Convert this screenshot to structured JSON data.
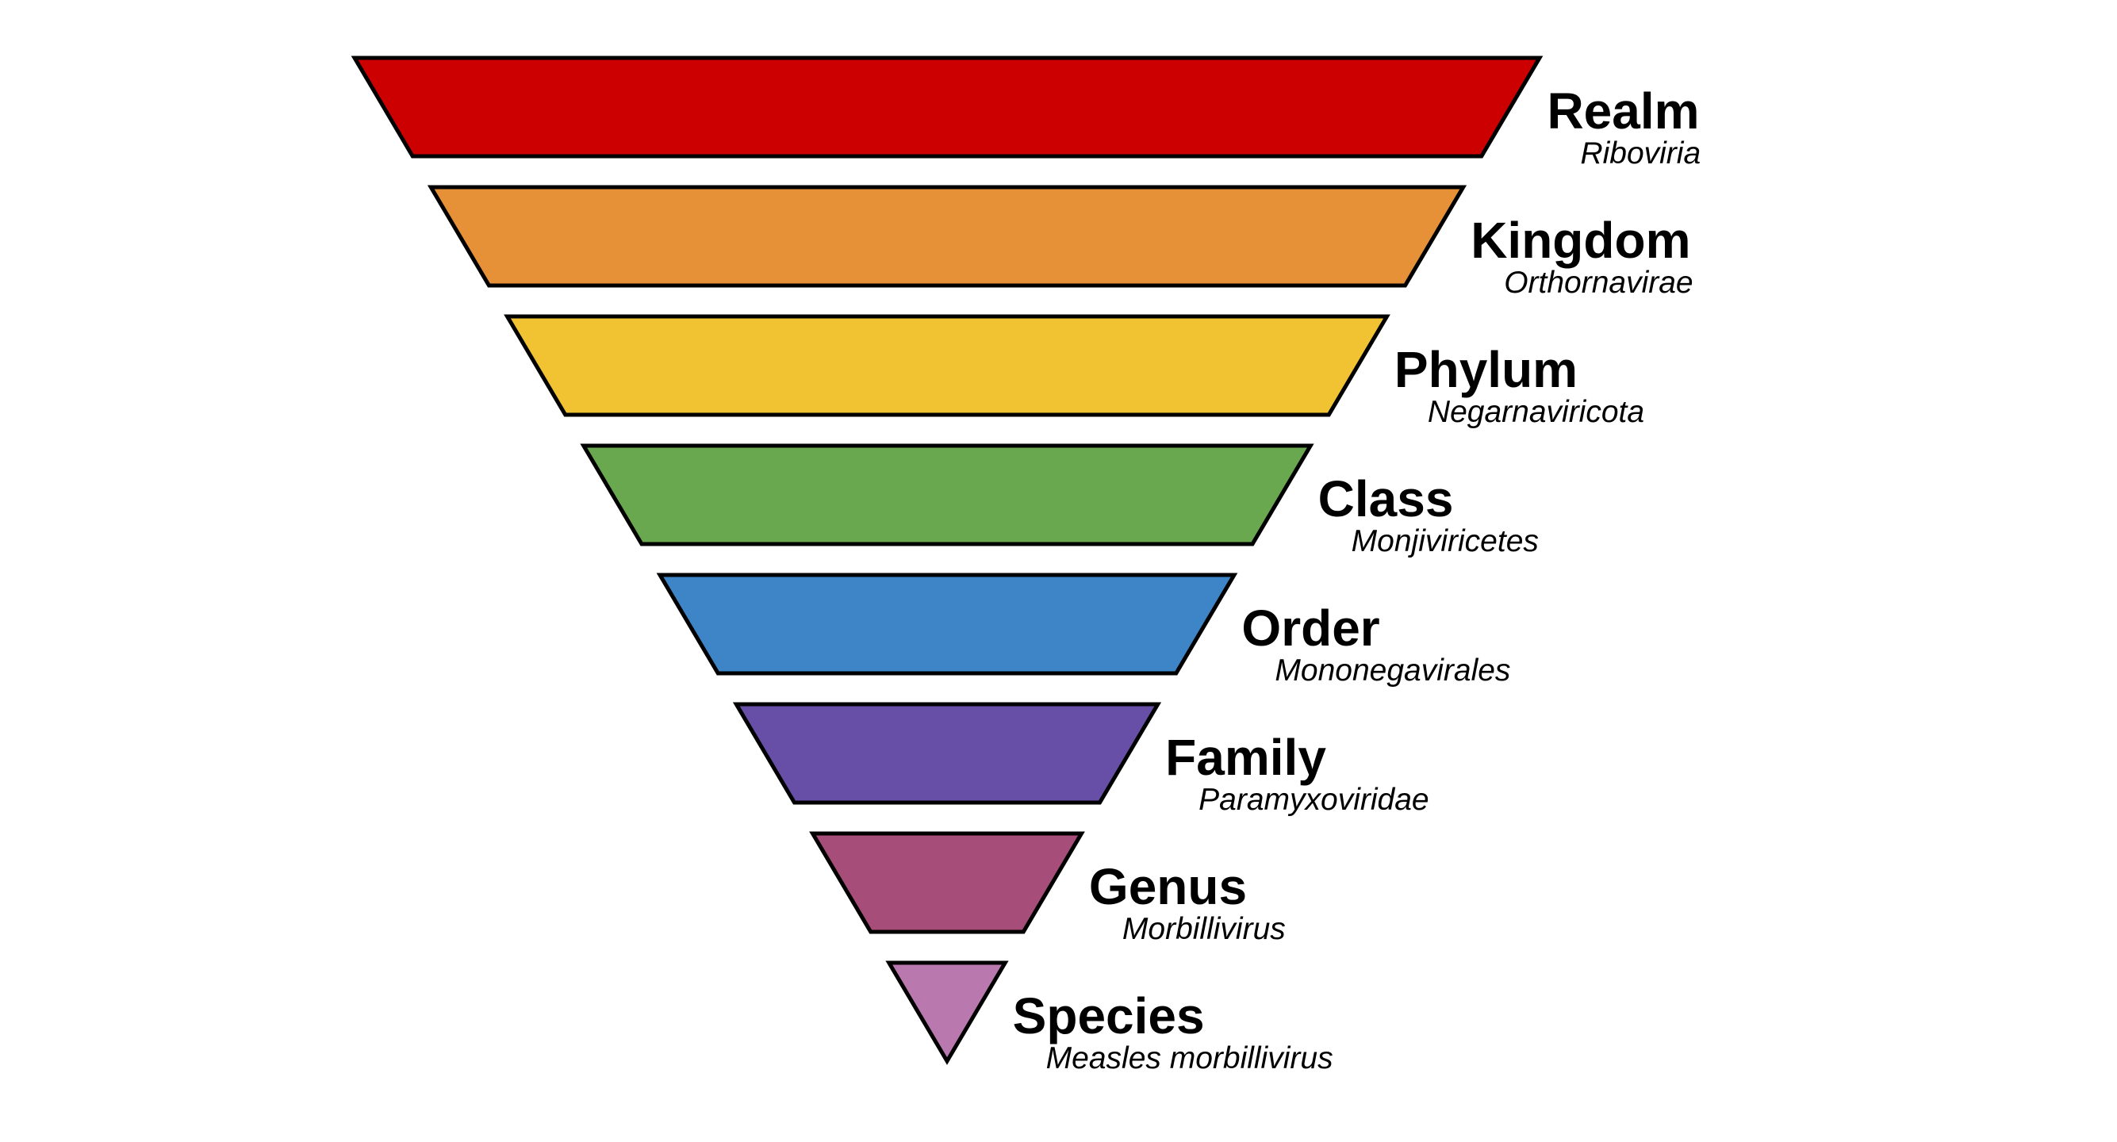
{
  "diagram": {
    "type": "funnel",
    "subject": "Taxonomic classification of measles virus",
    "background_color": "#FFFFFF",
    "outline_color": "#000000",
    "text_color": "#000000",
    "levels": [
      {
        "rank": "Realm",
        "taxon": "Riboviria",
        "color": "#CC0000"
      },
      {
        "rank": "Kingdom",
        "taxon": "Orthornavirae",
        "color": "#E69138"
      },
      {
        "rank": "Phylum",
        "taxon": "Negarnaviricota",
        "color": "#F1C232"
      },
      {
        "rank": "Class",
        "taxon": "Monjiviricetes",
        "color": "#6AA84F"
      },
      {
        "rank": "Order",
        "taxon": "Mononegavirales",
        "color": "#3D85C6"
      },
      {
        "rank": "Family",
        "taxon": "Paramyxoviridae",
        "color": "#674EA7"
      },
      {
        "rank": "Genus",
        "taxon": "Morbillivirus",
        "color": "#A64D79"
      },
      {
        "rank": "Species",
        "taxon": "Measles morbillivirus",
        "color": "#B978AE"
      }
    ]
  }
}
